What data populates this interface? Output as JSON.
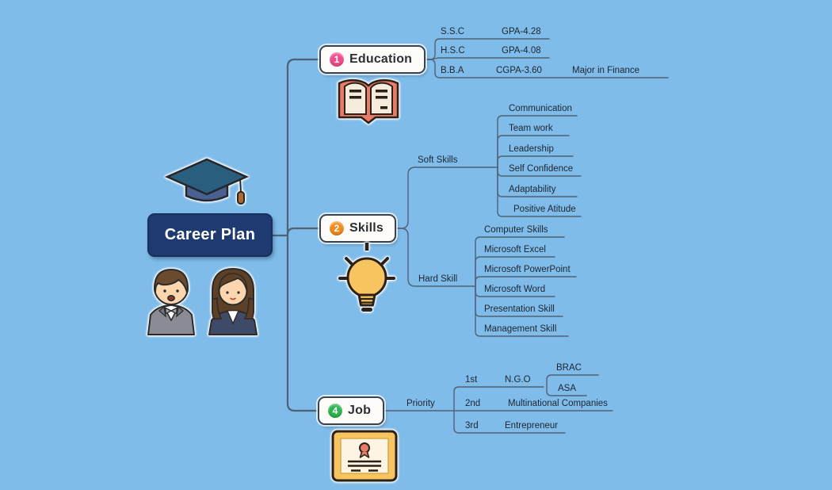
{
  "colors": {
    "background": "#7fbce9",
    "branch_line": "#4f6175",
    "topic_text": "#1d2530",
    "root_bg": "#1e3a70",
    "root_text": "#ffffff",
    "node_bg": "#fdfcf9",
    "node_border": "#39434e",
    "badge_education": "#f04b8b",
    "badge_skills": "#f28a1e",
    "badge_job": "#2cb44d",
    "book_icon": "#e87c68",
    "bulb_icon": "#f7c45f",
    "certificate_icon": "#f7c45f",
    "cap_icon": "#295e7e"
  },
  "root": {
    "label": "Career Plan"
  },
  "education": {
    "badge": "1",
    "label": "Education",
    "rows": [
      {
        "name": "S.S.C",
        "grade": "GPA-4.28"
      },
      {
        "name": "H.S.C",
        "grade": "GPA-4.08"
      },
      {
        "name": "B.B.A",
        "grade": "CGPA-3.60",
        "note": "Major in Finance"
      }
    ]
  },
  "skills": {
    "badge": "2",
    "label": "Skills",
    "soft": {
      "label": "Soft Skills",
      "items": [
        "Communication",
        "Team work",
        "Leadership",
        "Self Confidence",
        "Adaptability",
        "Positive Atitude"
      ]
    },
    "hard": {
      "label": "Hard Skill",
      "items": [
        "Computer Skills",
        "Microsoft Excel",
        "Microsoft PowerPoint",
        "Microsoft Word",
        "Presentation Skill",
        "Management Skill"
      ]
    }
  },
  "job": {
    "badge": "4",
    "label": "Job",
    "connector_label": "Priority",
    "rows": [
      {
        "rank": "1st",
        "value": "N.G.O"
      },
      {
        "rank": "2nd",
        "value": "Multinational Companies"
      },
      {
        "rank": "3rd",
        "value": "Entrepreneur"
      }
    ],
    "ngo_children": [
      "BRAC",
      "ASA"
    ]
  },
  "icons": {
    "graduation_cap": "graduation-cap-icon",
    "open_book": "open-book-icon",
    "light_bulb": "light-bulb-icon",
    "certificate": "certificate-icon",
    "businessman": "businessman-icon",
    "businesswoman": "businesswoman-icon"
  }
}
